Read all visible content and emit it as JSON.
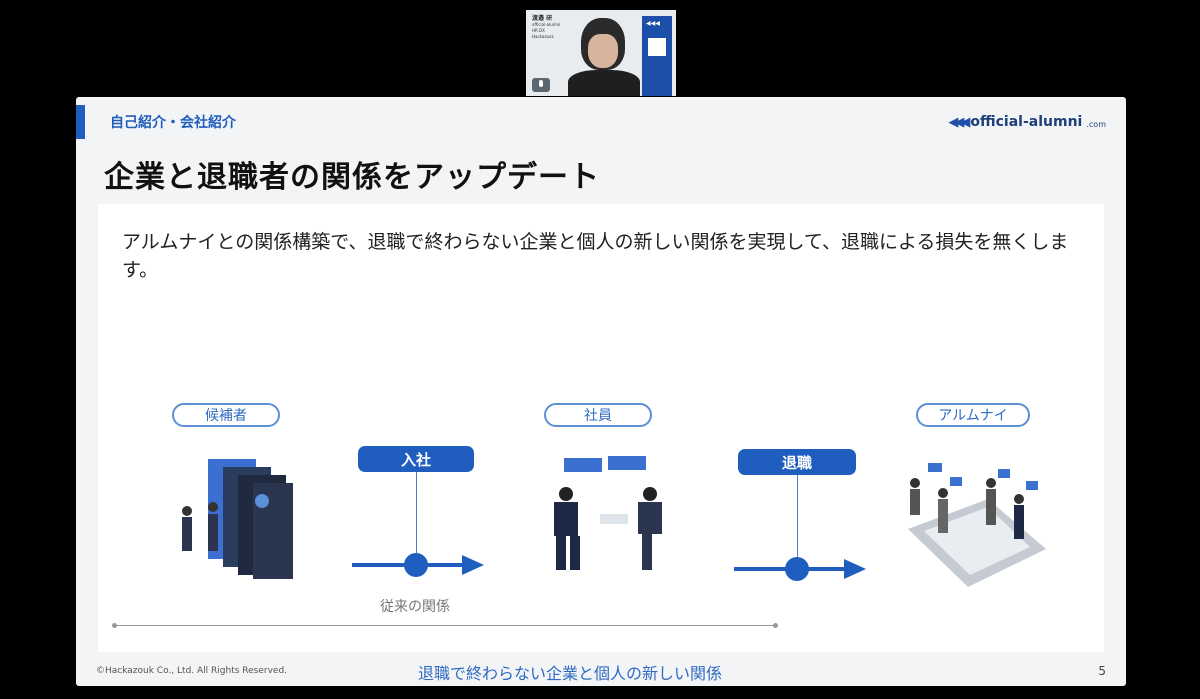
{
  "webcam": {
    "badge_name": "渡邉 研",
    "badge_lines": [
      "official-alumni",
      "HR DX",
      "Hackazouk"
    ],
    "card_logo": "◀◀◀"
  },
  "slide": {
    "section_label": "自己紹介・会社紹介",
    "logo": {
      "chevrons": "◀◀◀",
      "name": "official-alumni",
      "tld": ".com"
    },
    "title": "企業と退職者の関係をアップデート",
    "description": "アルムナイとの関係構築で、退職で終わらない企業と個人の新しい関係を実現して、退職による損失を無くします。",
    "stages": {
      "candidate": "候補者",
      "employee": "社員",
      "alumni": "アルムナイ"
    },
    "events": {
      "join": "入社",
      "leave": "退職"
    },
    "traditional_label": "従来の関係",
    "new_label": "退職で終わらない企業と個人の新しい関係",
    "footer": "©Hackazouk Co., Ltd. All Rights Reserved.",
    "page_number": "5"
  },
  "colors": {
    "brand_blue": "#1f5ebf",
    "slide_bg": "#f3f4f6"
  }
}
